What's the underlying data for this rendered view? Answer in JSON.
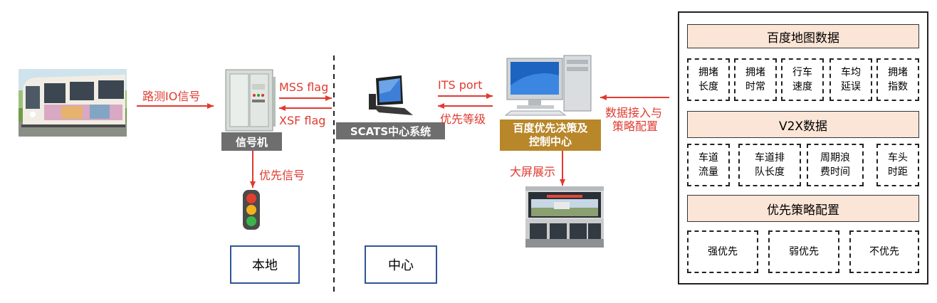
{
  "labels": {
    "road_io_signal": "路测IO信号",
    "mss_flag": "MSS flag",
    "xsf_flag": "XSF flag",
    "its_port": "ITS port",
    "priority_level": "优先等级",
    "priority_signal": "优先信号",
    "big_screen": "大屏展示",
    "data_access_line1": "数据接入与",
    "data_access_line2": "策略配置"
  },
  "nodes": {
    "signal_machine": "信号机",
    "scats": "SCATS中心系统",
    "baidu_center_line1": "百度优先决策及",
    "baidu_center_line2": "控制中心"
  },
  "zones": {
    "local": "本地",
    "center": "中心"
  },
  "panel": {
    "map_header": "百度地图数据",
    "map_cells": [
      {
        "l1": "拥堵",
        "l2": "长度"
      },
      {
        "l1": "拥堵",
        "l2": "时常"
      },
      {
        "l1": "行车",
        "l2": "速度"
      },
      {
        "l1": "车均",
        "l2": "延误"
      },
      {
        "l1": "拥堵",
        "l2": "指数"
      }
    ],
    "v2x_header": "V2X数据",
    "v2x_cells": [
      {
        "l1": "车道",
        "l2": "流量"
      },
      {
        "l1": "车道排",
        "l2": "队长度"
      },
      {
        "l1": "周期浪",
        "l2": "费时间"
      },
      {
        "l1": "车头",
        "l2": "时距"
      }
    ],
    "strategy_header": "优先策略配置",
    "strategy_cells": [
      "强优先",
      "弱优先",
      "不优先"
    ]
  },
  "colors": {
    "arrow_red": "#e03a2f",
    "gold": "#b8872a",
    "gray_tag": "#6e6e6e",
    "header_fill": "#fbe5d6",
    "zone_border": "#2f5597"
  },
  "icons": {
    "tram": "tram-photo",
    "cabinet": "signal-cabinet-icon",
    "traffic_light": "traffic-light-icon",
    "scats_pc": "computer-icon",
    "baidu_pc": "desktop-computer-icon",
    "control_room": "control-room-photo"
  }
}
